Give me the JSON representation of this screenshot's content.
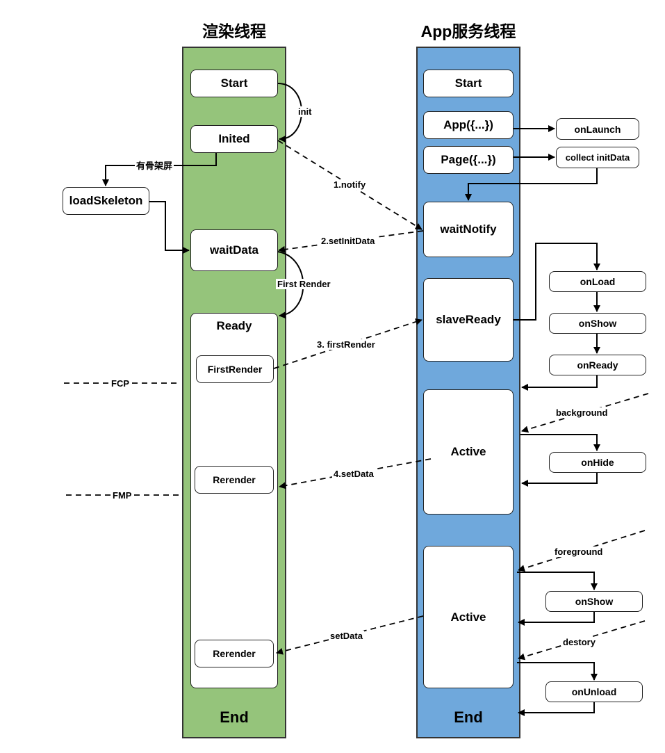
{
  "lanes": {
    "render": {
      "title": "渲染线程",
      "end": "End",
      "color": "#95c47b"
    },
    "app": {
      "title": "App服务线程",
      "end": "End",
      "color": "#6fa8dc"
    }
  },
  "render_nodes": {
    "start": "Start",
    "inited": "Inited",
    "load_skeleton": "loadSkeleton",
    "wait_data": "waitData",
    "ready": "Ready",
    "first_render": "FirstRender",
    "rerender_1": "Rerender",
    "rerender_2": "Rerender"
  },
  "app_nodes": {
    "start": "Start",
    "app": "App({...})",
    "page": "Page({...})",
    "wait_notify": "waitNotify",
    "slave_ready": "slaveReady",
    "active_1": "Active",
    "active_2": "Active"
  },
  "hooks": {
    "on_launch": "onLaunch",
    "collect_init_data": "collect initData",
    "on_load": "onLoad",
    "on_show_1": "onShow",
    "on_ready": "onReady",
    "on_hide": "onHide",
    "on_show_2": "onShow",
    "on_unload": "onUnload"
  },
  "edge_labels": {
    "init": "init",
    "skeleton": "有骨架屏",
    "notify": "1.notify",
    "set_init_data": "2.setInitData",
    "first_render_loop": "First Render",
    "first_render_msg": "3. firstRender",
    "set_data_4": "4.setData",
    "set_data": "setData",
    "background": "background",
    "foreground": "foreground",
    "destory": "destory",
    "fcp": "FCP",
    "fmp": "FMP"
  }
}
